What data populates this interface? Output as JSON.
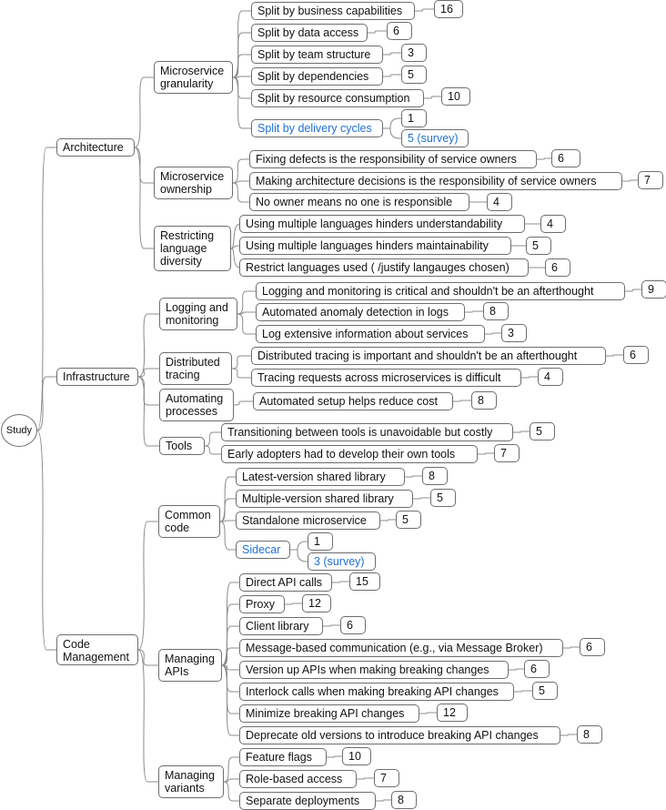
{
  "root": "Study",
  "categories": [
    {
      "label": "Architecture",
      "groups": [
        {
          "label": "Microservice granularity",
          "items": [
            {
              "text": "Split by business capabilities",
              "count": "16"
            },
            {
              "text": "Split by data access",
              "count": "6"
            },
            {
              "text": "Split by team structure",
              "count": "3"
            },
            {
              "text": "Split by dependencies",
              "count": "5"
            },
            {
              "text": "Split by resource consumption",
              "count": "10"
            },
            {
              "text": "Split by delivery cycles",
              "count": "1",
              "extra": "5 (survey)",
              "highlight": true
            }
          ]
        },
        {
          "label": "Microservice ownership",
          "items": [
            {
              "text": "Fixing defects is the responsibility of service owners",
              "count": "6"
            },
            {
              "text": "Making architecture decisions is the responsibility of service owners",
              "count": "7"
            },
            {
              "text": "No owner means no one is responsible",
              "count": "4"
            }
          ]
        },
        {
          "label": "Restricting language diversity",
          "items": [
            {
              "text": "Using multiple languages hinders understandability",
              "count": "4"
            },
            {
              "text": "Using multiple languages hinders maintainability",
              "count": "5"
            },
            {
              "text": "Restrict languages used ( /justify langauges chosen)",
              "count": "6"
            }
          ]
        }
      ]
    },
    {
      "label": "Infrastructure",
      "groups": [
        {
          "label": "Logging and monitoring",
          "items": [
            {
              "text": "Logging and monitoring is critical and shouldn't be an afterthought",
              "count": "9"
            },
            {
              "text": "Automated anomaly detection in logs",
              "count": "8"
            },
            {
              "text": "Log extensive information about services",
              "count": "3"
            }
          ]
        },
        {
          "label": "Distributed tracing",
          "items": [
            {
              "text": "Distributed tracing is important and shouldn't be an afterthought",
              "count": "6"
            },
            {
              "text": "Tracing requests across microservices is difficult",
              "count": "4"
            }
          ]
        },
        {
          "label": "Automating processes",
          "items": [
            {
              "text": "Automated setup helps reduce cost",
              "count": "8"
            }
          ]
        },
        {
          "label": "Tools",
          "items": [
            {
              "text": "Transitioning between tools is unavoidable but costly",
              "count": "5"
            },
            {
              "text": "Early adopters had to develop their own tools",
              "count": "7"
            }
          ]
        }
      ]
    },
    {
      "label": "Code Management",
      "groups": [
        {
          "label": "Common code",
          "items": [
            {
              "text": "Latest-version shared library",
              "count": "8"
            },
            {
              "text": "Multiple-version shared library",
              "count": "5"
            },
            {
              "text": "Standalone microservice",
              "count": "5"
            },
            {
              "text": "Sidecar",
              "count": "1",
              "extra": "3 (survey)",
              "highlight": true
            }
          ]
        },
        {
          "label": "Managing APIs",
          "items": [
            {
              "text": "Direct API calls",
              "count": "15"
            },
            {
              "text": "Proxy",
              "count": "12"
            },
            {
              "text": "Client library",
              "count": "6"
            },
            {
              "text": "Message-based communication (e.g., via Message Broker)",
              "count": "6"
            },
            {
              "text": "Version up APIs when making breaking changes",
              "count": "6"
            },
            {
              "text": "Interlock calls when making breaking API changes",
              "count": "5"
            },
            {
              "text": "Minimize breaking API changes",
              "count": "12"
            },
            {
              "text": "Deprecate old versions to introduce breaking API changes",
              "count": "8"
            }
          ]
        },
        {
          "label": "Managing variants",
          "items": [
            {
              "text": "Feature flags",
              "count": "10"
            },
            {
              "text": "Role-based access",
              "count": "7"
            },
            {
              "text": "Separate deployments",
              "count": "8"
            }
          ]
        }
      ]
    }
  ]
}
